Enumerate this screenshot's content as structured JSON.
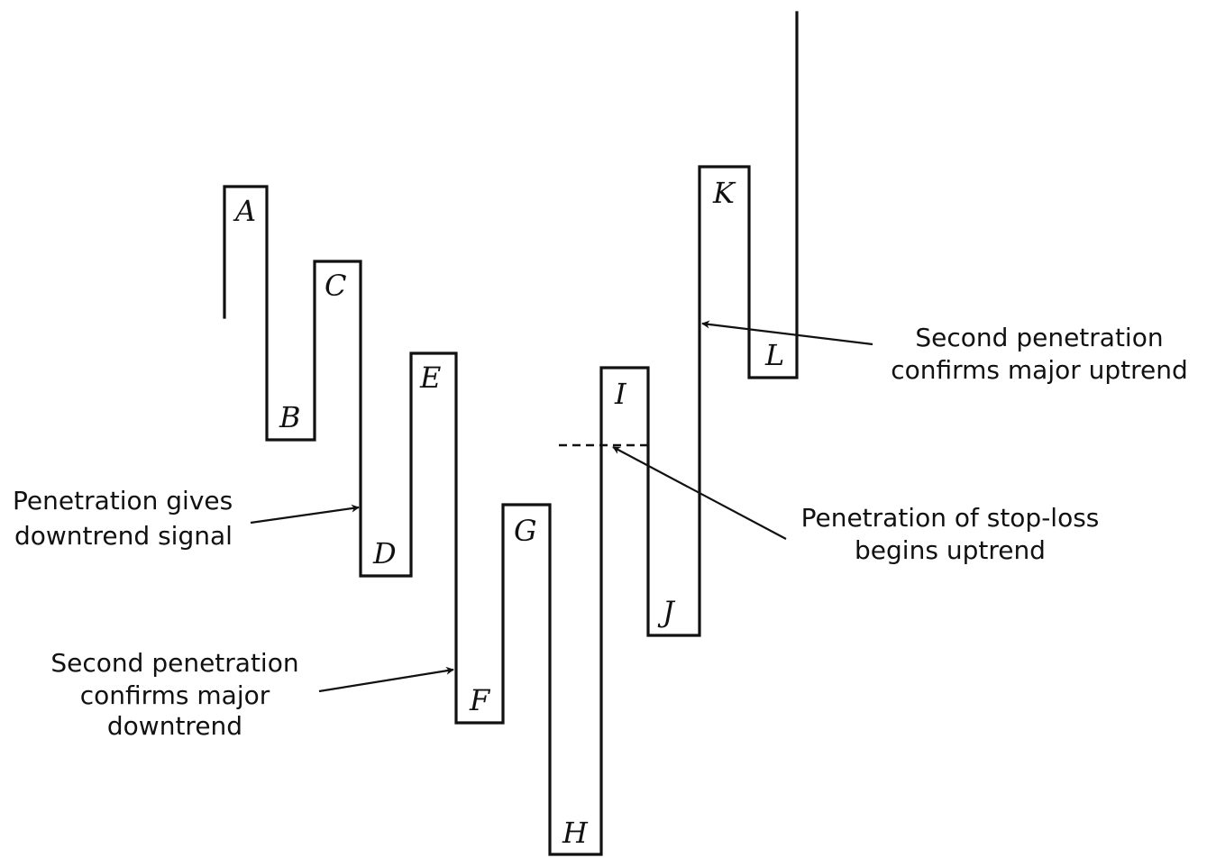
{
  "diagram": {
    "point_labels": [
      "A",
      "B",
      "C",
      "D",
      "E",
      "F",
      "G",
      "H",
      "I",
      "J",
      "K",
      "L"
    ],
    "annotations": {
      "downtrend_signal": [
        "Penetration gives",
        "downtrend signal"
      ],
      "major_downtrend": [
        "Second penetration",
        "confirms major",
        "downtrend"
      ],
      "stop_loss": [
        "Penetration of stop-loss",
        "begins uptrend"
      ],
      "major_uptrend": [
        "Second penetration",
        "confirms major uptrend"
      ]
    }
  }
}
